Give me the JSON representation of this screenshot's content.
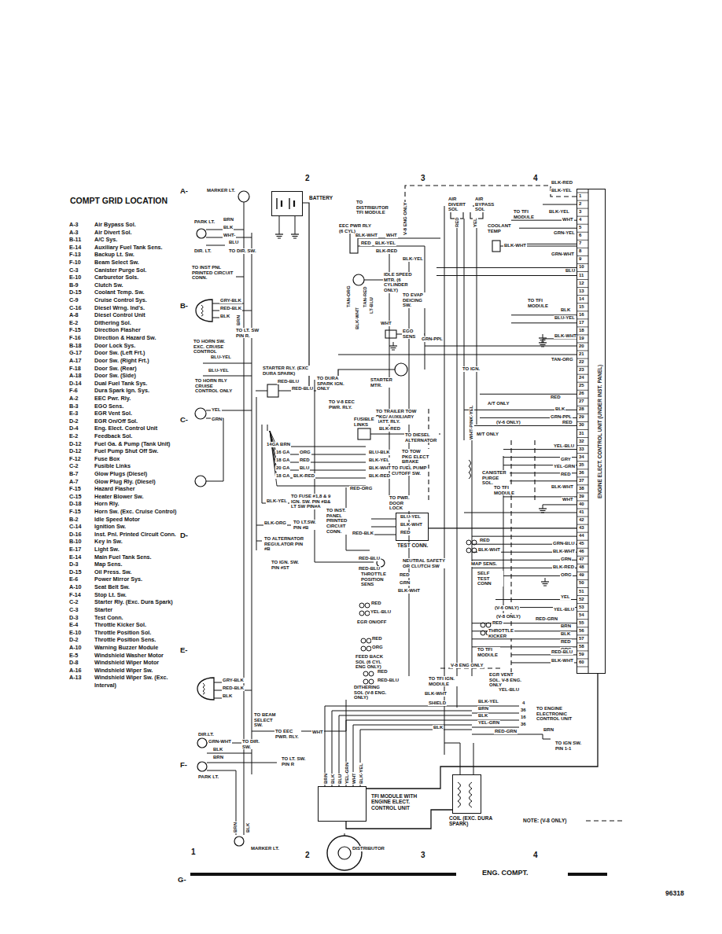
{
  "diagram": {
    "title": "COMPT GRID LOCATION",
    "nodes": [
      {
        "text": [
          "BATTERY"
        ]
      },
      {
        "text": [
          "ENGINE ELECT. CONTROL UNIT (UNDER INST. PANEL)"
        ]
      },
      {
        "text": [
          "TEST CONN."
        ]
      },
      {
        "text": [
          "TFI MODULE WITH ENGINE ELECT. CONTROL UNIT"
        ]
      },
      {
        "text": [
          "COIL (EXC. DURA SPARK)"
        ]
      }
    ],
    "edges": [
      {
        "from": 2,
        "to": 1,
        "arrow": "none"
      },
      {
        "from": 3,
        "to": 1,
        "arrow": "none"
      },
      {
        "from": 4,
        "to": 3,
        "arrow": "none"
      }
    ],
    "labels": [
      "A-3",
      "Air Bypass Sol.",
      "A-3",
      "Air Divert Sol.",
      "B-11",
      "A/C Sys.",
      "E-14",
      "Auxiliary Fuel Tank Sens.",
      "F-13",
      "Backup Lt. Sw.",
      "F-10",
      "Beam Select Sw.",
      "C-3",
      "Canister Purge Sol.",
      "E-10",
      "Carburetor Sols.",
      "B-9",
      "Clutch Sw.",
      "D-15",
      "Coolant Temp. Sw.",
      "C-9",
      "Cruise Control Sys.",
      "C-16",
      "Diesel Wrng. Ind's.",
      "A-8",
      "Diesel Control Unit",
      "E-2",
      "Dithering Sol.",
      "F-15",
      "Direction Flasher",
      "F-16",
      "Direction & Hazard Sw.",
      "B-18",
      "Door Lock Sys.",
      "G-17",
      "Door Sw. (Left Frt.)",
      "A-17",
      "Door Sw. (Right Frt.)",
      "F-18",
      "Door Sw. (Rear)",
      "A-18",
      "Door Sw. (Side)",
      "D-14",
      "Dual Fuel Tank Sys.",
      "F-6",
      "Dura Spark Ign. Sys.",
      "A-2",
      "EEC Pwr. Rly.",
      "B-3",
      "EGO Sens.",
      "E-3",
      "EGR Vent Sol.",
      "D-2",
      "EGR On/Off Sol.",
      "D-4",
      "Eng. Elect. Control Unit",
      "E-2",
      "Feedback Sol.",
      "D-12",
      "Fuel Ga. & Pump (Tank Unit)",
      "D-12",
      "Fuel Pump Shut Off Sw.",
      "F-12",
      "Fuse Box",
      "C-2",
      "Fusible Links",
      "B-7",
      "Glow Plugs (Diesel)",
      "A-7",
      "Glow Plug Rly. (Diesel)",
      "F-15",
      "Hazard Flasher",
      "C-15",
      "Heater Blower Sw.",
      "D-18",
      "Horn Rly.",
      "F-15",
      "Horn Sw. (Exc. Cruise Control)",
      "B-2",
      "Idle Speed Motor",
      "C-14",
      "Ignition Sw.",
      "D-16",
      "Inst. Pnl. Printed Circuit Conn.",
      "B-10",
      "Key in Sw.",
      "E-17",
      "Light Sw.",
      "E-14",
      "Main Fuel Tank Sens.",
      "D-3",
      "Map Sens.",
      "D-15",
      "Oil Press. Sw.",
      "E-6",
      "Power Mirror Sys.",
      "A-10",
      "Seat Belt Sw.",
      "F-14",
      "Stop Lt. Sw.",
      "C-2",
      "Starter Rly. (Exc. Dura Spark)",
      "C-3",
      "Starter",
      "D-3",
      "Test Conn.",
      "E-4",
      "Throttle Kicker Sol.",
      "E-10",
      "Throttle Position Sol.",
      "D-2",
      "Throttle Position Sens.",
      "A-10",
      "Warning Buzzer Module",
      "E-5",
      "Windshield Washer Motor",
      "D-8",
      "Windshield Wiper Motor",
      "A-16",
      "Windshield Wiper Sw.",
      "A-13",
      "Windshield Wiper Sw. (Exc. Interval)",
      "1",
      "2",
      "3",
      "4",
      "5",
      "6",
      "7",
      "8",
      "9",
      "10",
      "11",
      "12",
      "13",
      "14",
      "15",
      "16",
      "17",
      "18",
      "19",
      "20",
      "21",
      "22",
      "23",
      "24",
      "25",
      "26",
      "27",
      "28",
      "29",
      "30",
      "31",
      "32",
      "33",
      "34",
      "35",
      "36",
      "37",
      "38",
      "39",
      "40",
      "41",
      "42",
      "43",
      "44",
      "45",
      "46",
      "47",
      "48",
      "49",
      "50",
      "51",
      "52",
      "53",
      "54",
      "55",
      "56",
      "57",
      "58",
      "59",
      "60",
      "A-",
      "B-",
      "C-",
      "D-",
      "E-",
      "F-",
      "G-",
      "2",
      "3",
      "4",
      "1",
      "2",
      "3",
      "4",
      "ENG. COMPT.",
      "96318",
      "MARKER LT.",
      "PARK LT.",
      "BRN",
      "BLK",
      "WHT-",
      "BLU",
      "DIR. LT.",
      "TO DIR. SW.",
      "TO DISTRIBUTOR TFI MODULE",
      "EEC PWR RLY (6 CYL)",
      "V-8 ENG ONLY",
      "AIR DIVERT SOL",
      "AIR BYPASS SOL",
      "TO TFI MODULE",
      "COOLANT TEMP",
      "BLK-WHT",
      "BLK-RED",
      "BLK-YEL",
      "BLK-YEL",
      "WHT",
      "GRN-YEL",
      "GRN-WHT",
      "BLU",
      "BLK-WHT",
      "WHT",
      "RED",
      "BLK-YEL",
      "BLK-RED",
      "BLK-YEL",
      "RED",
      "YEL",
      "TO INST PNL PRINTED CIRCUIT CONN.",
      "IDLE SPEED MTR. (6 CYLINDER ONLY)",
      "TAN-ORG",
      "BLK-WHT",
      "TAN-RED",
      "LT-BLU",
      "TO EVAP DEICING SW.",
      "TO TFI MODULE",
      "BLK",
      "BLU-YEL",
      "WHT",
      "EGO SENS",
      "GRN-PPL",
      "BLK-WHT",
      "TAN-ORG",
      "GRY-BLK",
      "RED-BLK",
      "BLK",
      "BRN",
      "TO LT. SW PIN R.",
      "TO HORN SW. EXC. CRUISE CONTROL",
      "BLU-YEL",
      "STARTER RLY. (EXC DURA SPARK)",
      "TO IGN.",
      "BLU-YEL",
      "TO HORN RLY CRUISE CONTROL ONLY",
      "RED-BLU",
      "TO DURA SPARK IGN. ONLY",
      "STARTER MTR.",
      "RED-BLU",
      "YEL",
      "GRN",
      "TO V-8 EEC PWR. RLY.",
      "TO TRAILER TOW PKG/ AUXILIARY BATT. RLY.",
      "WHT-PINK-YEL",
      "A/T ONLY",
      "RED",
      "BLK",
      "GRN-PPL",
      "(V-6 ONLY)",
      "RED",
      "M/T ONLY",
      "FUSIBLE LINKS",
      "BLK-RED",
      "TO DIESEL ALTERNATOR",
      "14GA BRN",
      "16 GA",
      "ORG",
      "BLU-BLK",
      "TO TOW PKG ELECT BRAKE",
      "18 GA",
      "RED",
      "BLK-YEL",
      "20 GA",
      "BLU",
      "BLK-WHT",
      "TO FUEL PUMP CUTOFF SW.",
      "18 GA",
      "BLK-RED",
      "BLK-RED",
      "RED-ORG",
      "CANISTER PURGE SOL.",
      "YEL-BLU",
      "GRY",
      "YEL-GRN",
      "RED",
      "TO TFI MODULE",
      "BLK-WHT",
      "WHT",
      "BLK-YEL",
      "TO FUSE #1,8 & 9 IGN. SW. PIN #B& LT SW PIN#A",
      "TO PWR. DOOR LOCK",
      "TO INST. PANEL PRINTED CIRCUIT CONN.",
      "BLU-YEL",
      "BLK-WHT",
      "RED",
      "BLK-ORG",
      "TO LT.SW. PIN #B",
      "RED-BLK",
      "TO ALTERNATOR REGULATOR PIN #B",
      "RED",
      "BLK-WHT",
      "MAP SENS.",
      "SELF TEST CONN",
      "GRN-BLU",
      "BLK-WHT",
      "GRN",
      "BLK-RED",
      "ORG",
      "RED-BLU",
      "RED-BLU",
      "TO IGN. SW. PIN #ST",
      "NEUTRAL SAFETY OR CLUTCH SW",
      "THROTTLE POSITION SENS",
      "RED",
      "GRN",
      "BLK-WHT",
      "YEL",
      "YEL-BLU",
      "(V-6 ONLY)",
      "RED",
      "YEL-BLU",
      "EGR ON/OFF",
      "(V-8 ONLY)",
      "RED-GRN",
      "RED",
      "THROTTLE KICKER",
      "BRN",
      "BLK",
      "RED",
      "ORG",
      "RED",
      "ORG",
      "TO TFI MODULE",
      "FEED BACK SOL (6 CYL ENG ONLY)",
      "RED-BLU",
      "BLK-WHT",
      "V-8 ENG ONLY",
      "EGR VENT SOL. V-8 ENG. ONLY",
      "RED",
      "RED-BLU",
      "TO TFI IGN. MODULE",
      "YEL-BLU",
      "DITHERING SOL (V-8 ENG. ONLY)",
      "BLK-WHT",
      "SHIELD",
      "BLK-YEL",
      "BRN",
      "BLK",
      "YEL-GRN",
      "RED-GRN",
      "4",
      "36",
      "16",
      "36",
      "TO ENGINE ELECTRONIC CONTROL UNIT",
      "GRY-BLK",
      "RED-BLK",
      "BLK",
      "TO BEAM SELECT SW.",
      "TO EEC PWR. RLY.",
      "WHT",
      "DIR.LT.",
      "GRN-WHT",
      "BLK",
      "BRN",
      "TO DIR. SW.",
      "TO LT. SW. PIN R",
      "PARK LT.",
      "BLK",
      "BRN",
      "TO IGN SW. PIN 1-1",
      "BRN",
      "BLK",
      "BLU",
      "YEL-GRN",
      "WHT",
      "BLK-YEL",
      "DISTRIBUTOR",
      "BRN",
      "BLK",
      "MARKER LT."
    ],
    "legend": [
      {
        "text": "NOTE: (V-8 ONLY)"
      }
    ]
  }
}
